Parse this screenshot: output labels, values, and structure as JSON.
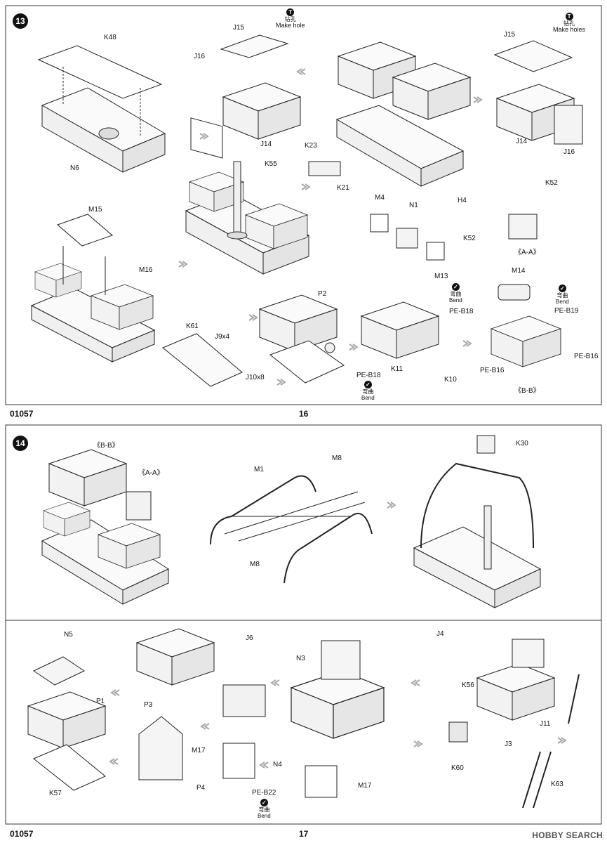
{
  "page_top": {
    "number": "16",
    "code": "01057",
    "step": "13"
  },
  "page_bottom": {
    "number": "17",
    "code": "01057",
    "step": "14"
  },
  "watermark": "HOBBY SEARCH",
  "labels_top": {
    "k48": "K48",
    "n6": "N6",
    "j15a": "J15",
    "j16a": "J16",
    "j14a": "J14",
    "holeA_cn": "钻孔",
    "holeA_en": "Make hole",
    "j15b": "J15",
    "holeB_cn": "钻孔",
    "holeB_en": "Make holes",
    "j14b": "J14",
    "j16b": "J16",
    "k55": "K55",
    "k23": "K23",
    "k21": "K21",
    "h4": "H4",
    "m15": "M15",
    "m16": "M16",
    "m4": "M4",
    "n1": "N1",
    "m13": "M13",
    "k52a": "K52",
    "k52b": "K52",
    "aa": "《A-A》",
    "m14": "M14",
    "bend1_cn": "弯曲",
    "bend1_en": "Bend",
    "peb18a": "PE-B18",
    "bend2_cn": "弯曲",
    "bend2_en": "Bend",
    "peb19": "PE-B19",
    "p2": "P2",
    "k61": "K61",
    "j9": "J9x4",
    "j10": "J10x8",
    "k11": "K11",
    "peb18b": "PE-B18",
    "bend3_cn": "弯曲",
    "bend3_en": "Bend",
    "k10": "K10",
    "peb16a": "PE-B16",
    "peb16b": "PE-B16",
    "bb": "《B-B》"
  },
  "labels_bottom": {
    "bb": "《B-B》",
    "aa": "《A-A》",
    "m1": "M1",
    "m8a": "M8",
    "m8b": "M8",
    "k30": "K30",
    "n5": "N5",
    "p1": "P1",
    "k57": "K57",
    "j6": "J6",
    "p3": "P3",
    "p4": "P4",
    "m17a": "M17",
    "n4": "N4",
    "peb22": "PE-B22",
    "bend_cn": "弯曲",
    "bend_en": "Bend",
    "n3": "N3",
    "m17b": "M17",
    "j4": "J4",
    "k56": "K56",
    "k60": "K60",
    "j11": "J11",
    "j3": "J3",
    "k63": "K63"
  }
}
